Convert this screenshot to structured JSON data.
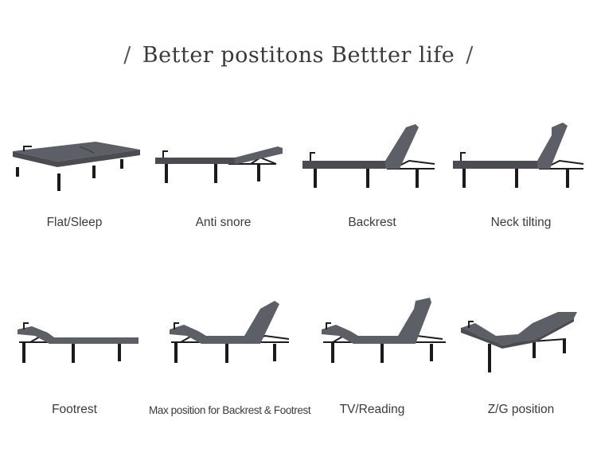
{
  "title": "Better postitons Bettter life",
  "title_slash": "/",
  "positions": [
    {
      "label": "Flat/Sleep",
      "icon": "flat-bed-icon"
    },
    {
      "label": "Anti snore",
      "icon": "anti-snore-bed-icon"
    },
    {
      "label": "Backrest",
      "icon": "backrest-bed-icon"
    },
    {
      "label": "Neck tilting",
      "icon": "neck-tilt-bed-icon"
    },
    {
      "label": "Footrest",
      "icon": "footrest-bed-icon"
    },
    {
      "label": "Max position for Backrest & Footrest",
      "icon": "max-position-bed-icon"
    },
    {
      "label": "TV/Reading",
      "icon": "tv-reading-bed-icon"
    },
    {
      "label": "Z/G position",
      "icon": "zero-gravity-bed-icon"
    }
  ]
}
